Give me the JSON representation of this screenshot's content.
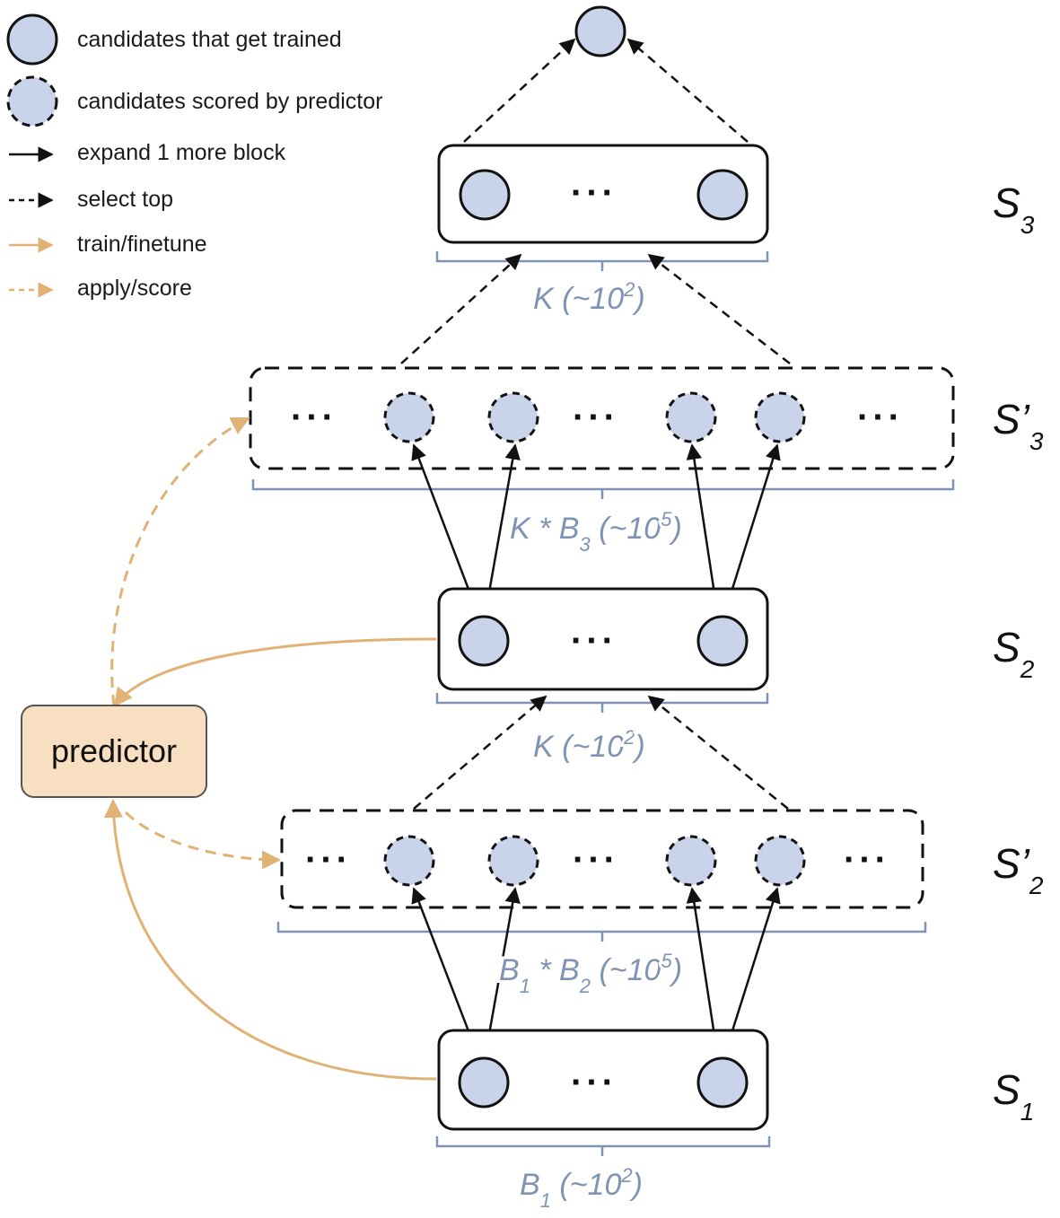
{
  "legend": {
    "trained": "candidates that get trained",
    "scored": "candidates scored by predictor",
    "expand": "expand 1 more block",
    "select": "select top",
    "train": "train/finetune",
    "apply": "apply/score"
  },
  "predictor": {
    "label": "predictor"
  },
  "stages": {
    "s3": {
      "main": "S",
      "sub": "3"
    },
    "s3p": {
      "main": "S’",
      "sub": "3"
    },
    "s2": {
      "main": "S",
      "sub": "2"
    },
    "s2p": {
      "main": "S’",
      "sub": "2"
    },
    "s1": {
      "main": "S",
      "sub": "1"
    }
  },
  "counts": {
    "k_top": {
      "a": "K (~10",
      "sup": "2",
      "b": ")"
    },
    "kb3": {
      "a": "K * B",
      "sub": "3",
      "b": " (~10",
      "sup": "5",
      "c": ")"
    },
    "k_mid": {
      "a": "K (~10",
      "sup": "2",
      "b": ")"
    },
    "b1b2": {
      "a": "B",
      "sub1": "1",
      "b": " * B",
      "sub2": "2",
      "c": " (~10",
      "sup": "5",
      "d": ")"
    },
    "b1": {
      "a": "B",
      "sub": "1",
      "b": " (~10",
      "sup": "2",
      "c": ")"
    }
  },
  "ellipsis": "···",
  "colors": {
    "node_fill": "#c9d4ea",
    "train_color": "#e0b276",
    "predictor_fill": "#f8dfc2",
    "count_color": "#7f93b5"
  }
}
